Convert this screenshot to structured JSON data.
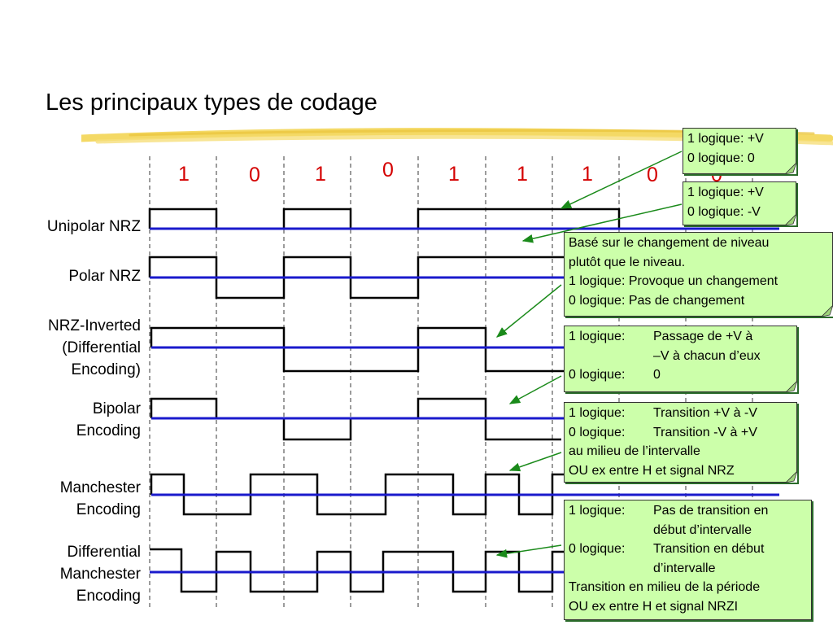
{
  "title": "Les principaux types de codage",
  "bits": [
    "1",
    "0",
    "1",
    "0",
    "1",
    "1",
    "1",
    "0",
    "0"
  ],
  "rows": [
    {
      "label": [
        "Unipolar NRZ"
      ]
    },
    {
      "label": [
        "Polar NRZ"
      ]
    },
    {
      "label": [
        "NRZ-Inverted",
        "(Differential",
        "Encoding)"
      ]
    },
    {
      "label": [
        "Bipolar",
        "Encoding"
      ]
    },
    {
      "label": [
        "Manchester",
        "Encoding"
      ]
    },
    {
      "label": [
        "Differential",
        "Manchester",
        "Encoding"
      ]
    }
  ],
  "notes": [
    {
      "lines": [
        "1 logique: +V",
        "0 logique: 0"
      ]
    },
    {
      "lines": [
        "1 logique: +V",
        "0 logique: -V"
      ]
    },
    {
      "lines": [
        "Basé sur le changement de niveau",
        "plutôt que le niveau.",
        "1 logique: Provoque un changement",
        "0 logique: Pas de changement"
      ]
    },
    {
      "lines": [
        [
          "1 logique:",
          "Passage de +V à"
        ],
        [
          "",
          "–V à chacun d’eux"
        ],
        [
          "0 logique:",
          "0"
        ]
      ]
    },
    {
      "lines": [
        [
          "1 logique:",
          "Transition +V à -V"
        ],
        [
          "0 logique:",
          "Transition -V à +V"
        ],
        [
          "au milieu de l’intervalle",
          ""
        ],
        [
          "OU ex entre H et signal NRZ",
          ""
        ]
      ]
    },
    {
      "lines": [
        [
          "1 logique:",
          "Pas de transition en"
        ],
        [
          "",
          "début d’intervalle"
        ],
        [
          "0 logique:",
          "Transition en début"
        ],
        [
          "",
          "d’intervalle"
        ],
        [
          "Transition en milieu de la période",
          ""
        ],
        [
          "OU ex entre H et signal NRZI",
          ""
        ]
      ]
    }
  ],
  "colors": {
    "baseline": "#1a1acc",
    "signal": "#000000",
    "bits": "#d40000",
    "note_bg": "#ccffaa",
    "arrow": "#1a8a1a"
  }
}
